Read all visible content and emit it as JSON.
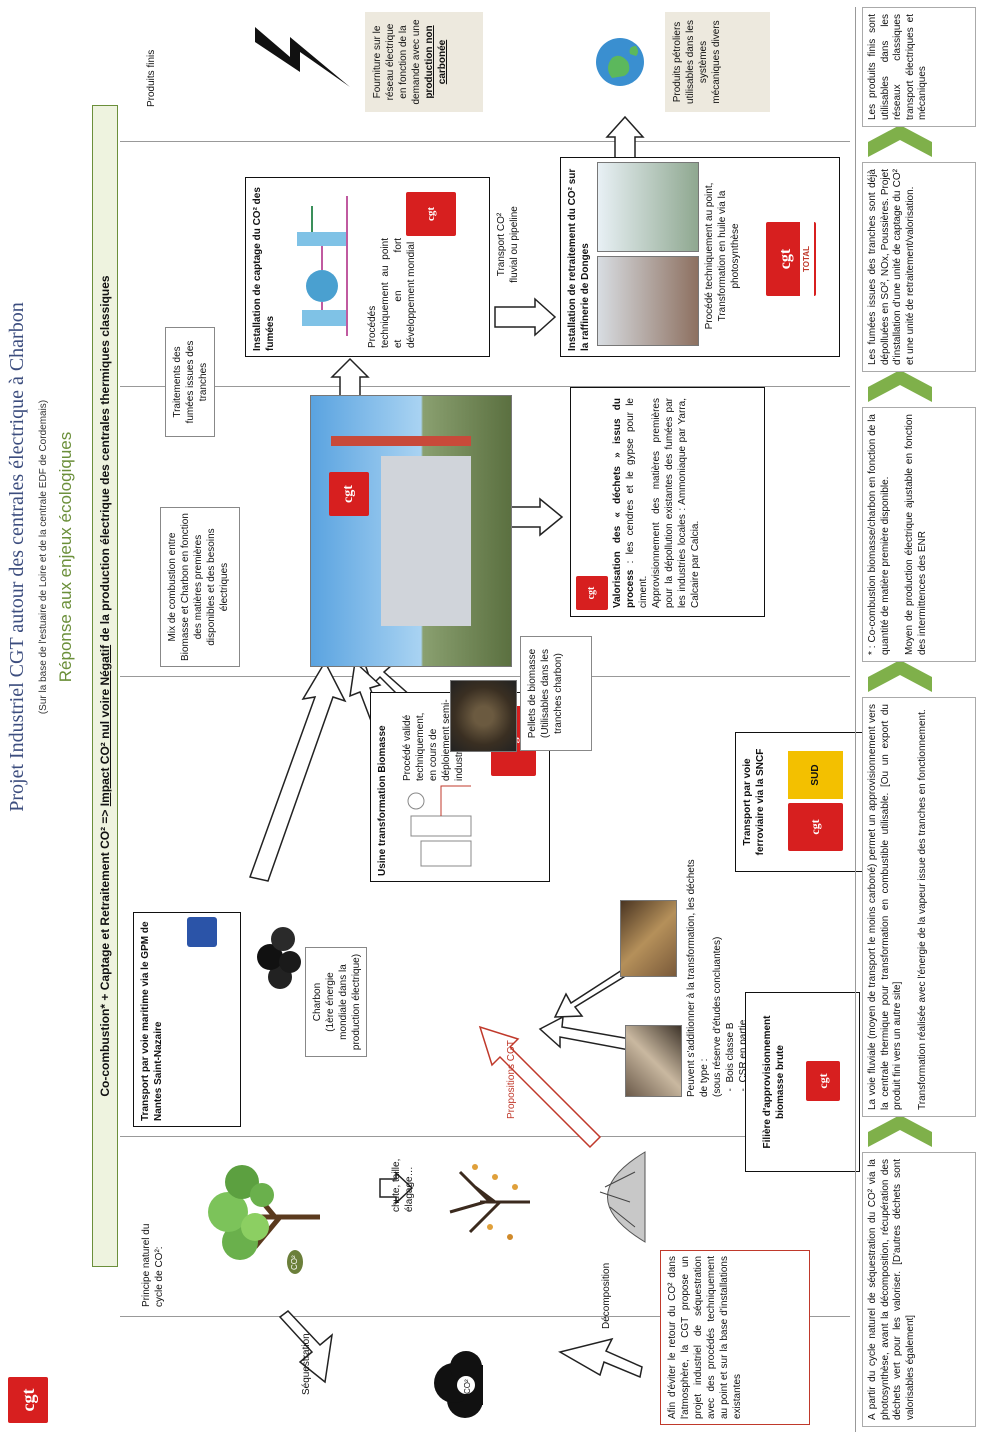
{
  "header": {
    "title": "Projet Industriel CGT autour des centrales électrique à Charbon",
    "subtitle": "(Sur la base de l'estuaire de Loire et de la centrale EDF de Cordemais)",
    "theme": "Réponse aux enjeux écologiques",
    "banner_prefix": "Co-combustion* + Captage et Retraitement CO² => ",
    "banner_impact": "Impact CO² nul voire Négatif",
    "banner_suffix": " de la production électrique des centrales thermiques classiques"
  },
  "logos": {
    "cgt": "cgt",
    "total": "TOTAL",
    "sud_rail": "SUD"
  },
  "cycle": {
    "title": "Principe naturel du cycle de CO²:",
    "fall": "chute, taille, élagage…",
    "sequestration": "Séquestration",
    "decomposition": "Décomposition",
    "co2_leaf": "CO²",
    "co2_cloud": "CO²",
    "cgt_proposal": "Afin d'éviter le retour du CO² dans l'atmosphère, la CGT propose un projet industriel de séquestration avec des procédés techniquement au point et sur la base d'installations existantes"
  },
  "transport_sea": {
    "title": "Transport par voie maritime via le GPM de Nantes Saint-Nazaire",
    "charbon": "Charbon",
    "charbon_note": "(1ère énergie mondiale dans la production électrique)"
  },
  "biomass": {
    "usine_title": "Usine transformation Biomasse",
    "usine_text": "Procédé validé techniquement, en cours de déploiement semi-industriel",
    "pellets": "Pellets de biomasse (Utilisables dans les tranches charbon)",
    "propositions": "Propositions CGT",
    "wastes_intro": "Peuvent s'additionner à la transformation, les déchets de type :",
    "wastes_note": "(sous réserve d'études concluantes)",
    "waste_1": "Bois classe B",
    "waste_2": "CSR en partie",
    "filiere": "Filière d'approvisionnement biomasse brute"
  },
  "rail": {
    "title": "Transport par voie ferroviaire via la SNCF"
  },
  "mix": {
    "text": "Mix de combustion entre Biomasse et Charbon en fonction des matières premières disponibles et des besoins électriques"
  },
  "valorisation": {
    "title": "Valorisation des « déchets » issus du process",
    "text1": " : les cendres et le gypse pour le ciment.",
    "text2": "Approvisionnement des matières premières pour la dépollution existantes des fumées par les industries locales : Ammoniaque par Yarra, Calcaire par Calcia."
  },
  "fumees": {
    "label": "Traitements des fumées issues des tranches"
  },
  "captage": {
    "title": "Installation de captage du CO² des fumées",
    "text": "Procédés techniquement au point et en fort développement mondial"
  },
  "transport_co2": {
    "text": "Transport CO² fluvial ou pipeline"
  },
  "retraitement": {
    "title": "Installation de retraitement du CO² sur la raffinerie de Donges",
    "text": "Procédé techniquement au point, Transformation en huile via la photosynthèse"
  },
  "produits": {
    "label": "Produits finis",
    "electric": "Fourniture sur le réseau électrique en fonction de la demande avec une ",
    "electric_u": "production non carbonée",
    "petrol": "Produits pétroliers utilisables dans les systèmes mécaniques divers"
  },
  "footer": {
    "col1": "A partir du cycle naturel de séquestration du CO² via la photosynthèse, avant la décomposition, récupération des déchets vert pour les valoriser. [D'autres déchets sont valorisables également]",
    "col2a": "La voie fluviale (moyen de transport le moins carboné) permet un approvisionnement vers la centrale thermique pour transformation en combustible utilisable. [Ou un export du produit fini vers un autre site]",
    "col2b": "Transformation réalisée avec l'énergie de la vapeur issue des tranches en fonctionnement.",
    "col3a": "* : Co-combustion biomasse/charbon en fonction de la quantité de matière première disponible.",
    "col3b": "Moyen de production électrique ajustable en fonction des intermittences des ENR",
    "col4": "Les fumées issues des tranches sont déjà dépolluées en SO², NOx, Poussières. Projet d'installation d'une unité de captage du CO² et une unité de retraitement/valorisation.",
    "col5": "Les produits finis sont utilisables dans les réseaux classiques transport électriques et mécaniques"
  }
}
